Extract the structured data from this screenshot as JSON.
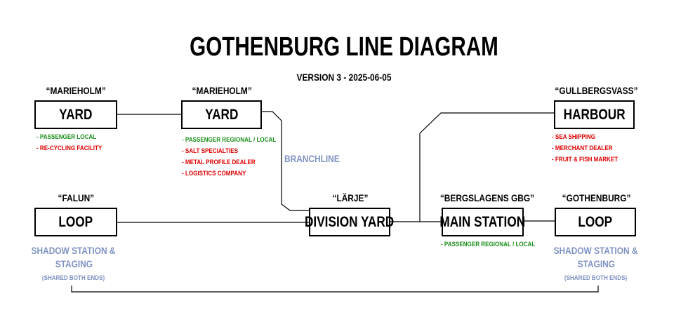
{
  "title": "GOTHENBURG LINE DIAGRAM",
  "version": "VERSION 3 - 2025-06-05",
  "branchline": "BRANCHLINE",
  "colors": {
    "local": "#1a8f1a",
    "industry": "#e00000",
    "staging": "#7e92c2"
  },
  "stations": {
    "marieholm_1": {
      "name": "“MARIEHOLM”",
      "box": "YARD",
      "notes": [
        {
          "text": "- PASSENGER LOCAL",
          "color": "green"
        },
        {
          "text": "- RE-CYCLING FACILITY",
          "color": "red"
        }
      ]
    },
    "marieholm_2": {
      "name": "“MARIEHOLM”",
      "box": "YARD",
      "notes": [
        {
          "text": "- PASSENGER REGIONAL / LOCAL",
          "color": "green"
        },
        {
          "text": "- SALT SPECIALTIES",
          "color": "red"
        },
        {
          "text": "- METAL PROFILE DEALER",
          "color": "red"
        },
        {
          "text": "- LOGISTICS COMPANY",
          "color": "red"
        }
      ]
    },
    "gullbergsvass": {
      "name": "“GULLBERGSVASS”",
      "box": "HARBOUR",
      "notes": [
        {
          "text": "- SEA SHIPPING",
          "color": "red"
        },
        {
          "text": "- MERCHANT DEALER",
          "color": "red"
        },
        {
          "text": "- FRUIT & FISH MARKET",
          "color": "red"
        }
      ]
    },
    "falun": {
      "name": "“FALUN”",
      "box": "LOOP",
      "staging_1": "SHADOW STATION &",
      "staging_2": "STAGING",
      "shared": "(SHARED BOTH ENDS)"
    },
    "larje": {
      "name": "“LÄRJE”",
      "box": "DIVISION YARD"
    },
    "bergslagens": {
      "name": "“BERGSLAGENS GBG”",
      "box": "MAIN STATION",
      "notes": [
        {
          "text": "- PASSENGER REGIONAL / LOCAL",
          "color": "green"
        }
      ]
    },
    "gothenburg": {
      "name": "“GOTHENBURG”",
      "box": "LOOP",
      "staging_1": "SHADOW STATION &",
      "staging_2": "STAGING",
      "shared": "(SHARED BOTH ENDS)"
    }
  }
}
